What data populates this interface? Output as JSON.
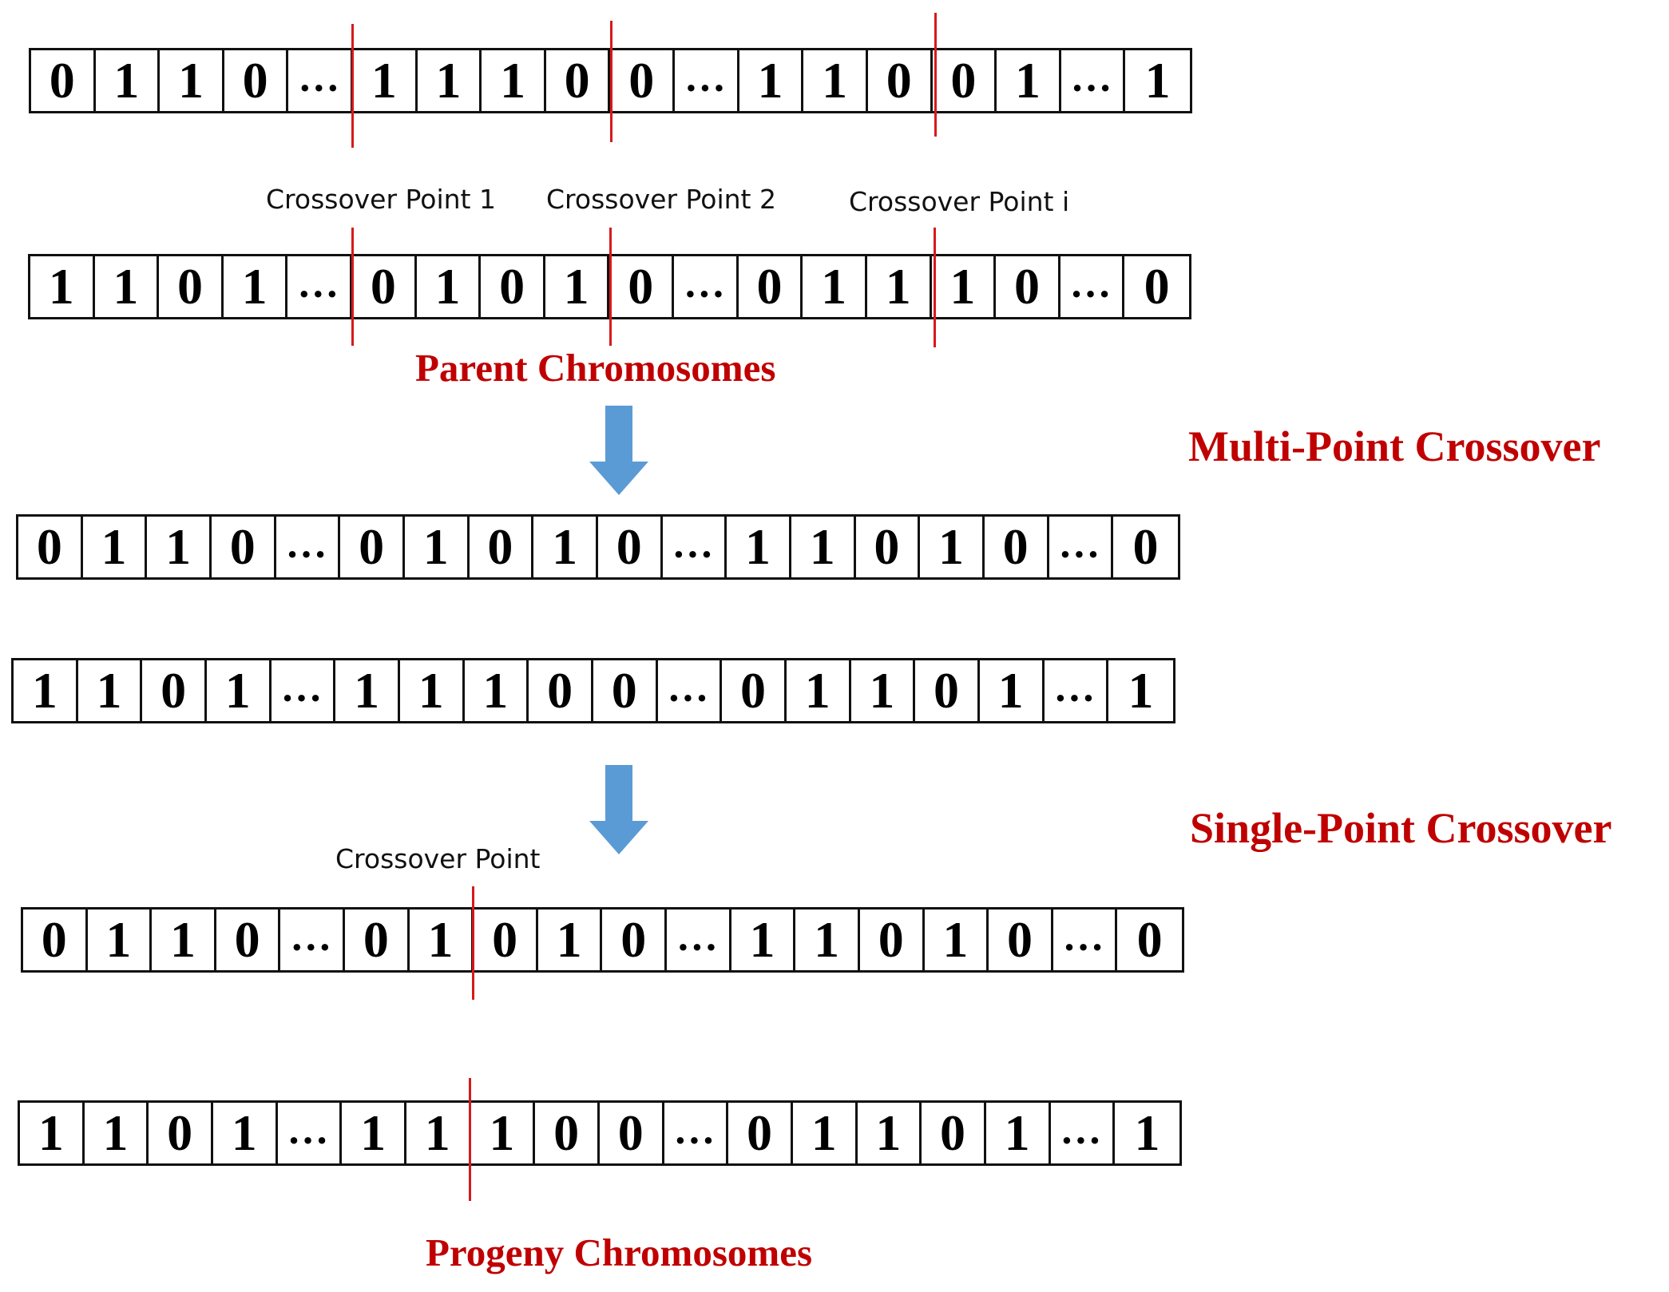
{
  "labels": {
    "crossover_point_1": "Crossover Point 1",
    "crossover_point_2": "Crossover Point 2",
    "crossover_point_i": "Crossover Point i",
    "crossover_point": "Crossover Point",
    "parent_chromosomes": "Parent Chromosomes",
    "multi_point_crossover": "Multi-Point Crossover",
    "single_point_crossover": "Single-Point Crossover",
    "progeny_chromosomes": "Progeny Chromosomes"
  },
  "colors": {
    "accent_red": "#c00000",
    "cut_line_red": "#d7191c",
    "arrow_blue": "#5b9bd5"
  },
  "chromosomes": {
    "parent_1": [
      "0",
      "1",
      "1",
      "0",
      "…",
      "1",
      "1",
      "1",
      "0",
      "0",
      "…",
      "1",
      "1",
      "0",
      "0",
      "1",
      "…",
      "1"
    ],
    "parent_2": [
      "1",
      "1",
      "0",
      "1",
      "…",
      "0",
      "1",
      "0",
      "1",
      "0",
      "…",
      "0",
      "1",
      "1",
      "1",
      "0",
      "…",
      "0"
    ],
    "multi_child_1": [
      "0",
      "1",
      "1",
      "0",
      "…",
      "0",
      "1",
      "0",
      "1",
      "0",
      "…",
      "1",
      "1",
      "0",
      "1",
      "0",
      "…",
      "0"
    ],
    "multi_child_2": [
      "1",
      "1",
      "0",
      "1",
      "…",
      "1",
      "1",
      "1",
      "0",
      "0",
      "…",
      "0",
      "1",
      "1",
      "0",
      "1",
      "…",
      "1"
    ],
    "single_child_1": [
      "0",
      "1",
      "1",
      "0",
      "…",
      "0",
      "1",
      "0",
      "1",
      "0",
      "…",
      "1",
      "1",
      "0",
      "1",
      "0",
      "…",
      "0"
    ],
    "single_child_2": [
      "1",
      "1",
      "0",
      "1",
      "…",
      "1",
      "1",
      "1",
      "0",
      "0",
      "…",
      "0",
      "1",
      "1",
      "0",
      "1",
      "…",
      "1"
    ]
  }
}
